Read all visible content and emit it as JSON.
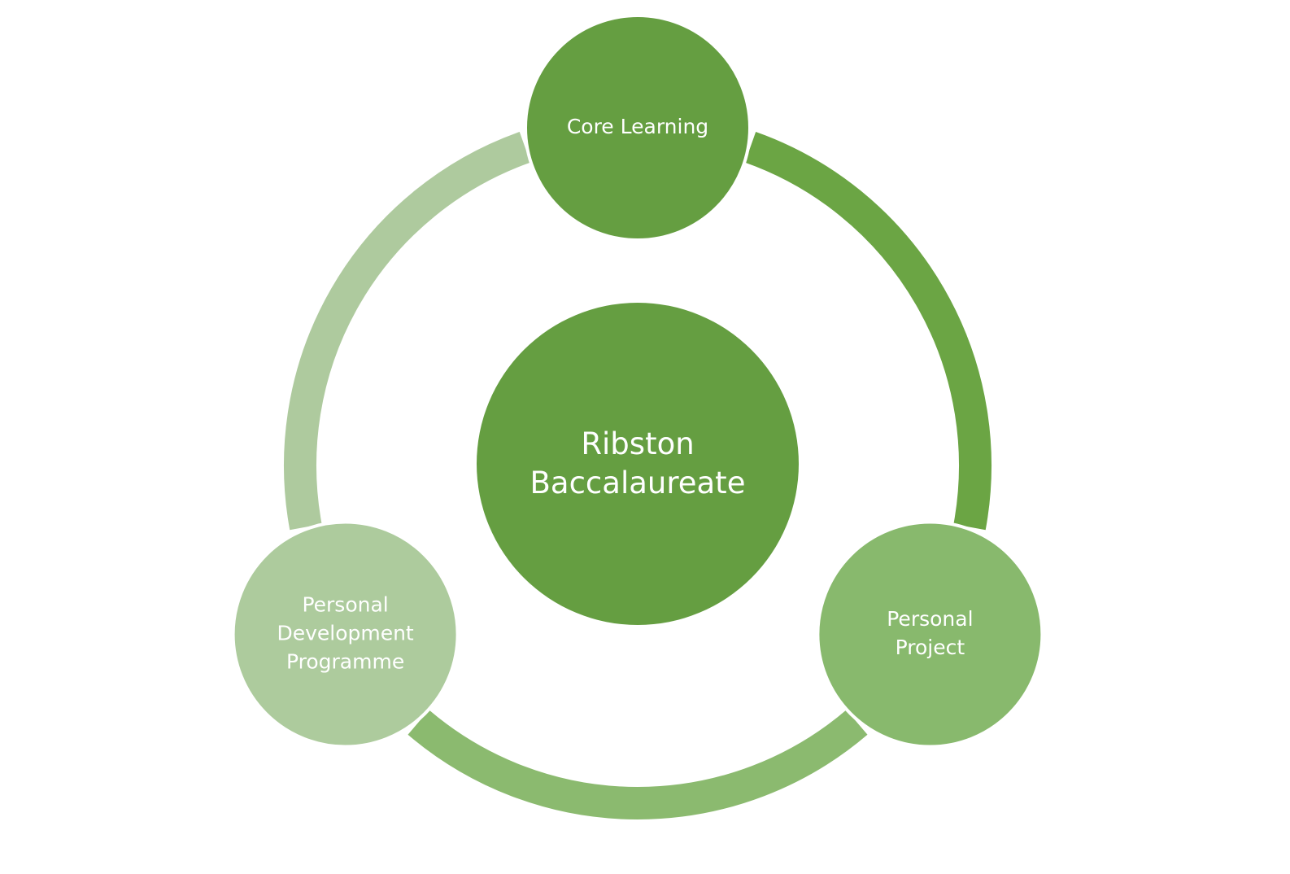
{
  "diagram": {
    "type": "cycle",
    "center": {
      "lines": [
        "Ribston",
        "Baccalaureate"
      ],
      "color": "#659E41"
    },
    "nodes": [
      {
        "id": "core-learning",
        "lines": [
          "Core Learning"
        ],
        "color": "#659E41"
      },
      {
        "id": "personal-project",
        "lines": [
          "Personal",
          "Project"
        ],
        "color": "#88B96D"
      },
      {
        "id": "personal-development-programme",
        "lines": [
          "Personal",
          "Development",
          "Programme"
        ],
        "color": "#ADCB9D"
      }
    ],
    "arcs": [
      {
        "from": "core-learning",
        "to": "personal-project",
        "color": "#6BA544"
      },
      {
        "from": "personal-project",
        "to": "personal-development-programme",
        "color": "#8BBA6F"
      },
      {
        "from": "personal-development-programme",
        "to": "core-learning",
        "color": "#AECA9E"
      }
    ]
  }
}
